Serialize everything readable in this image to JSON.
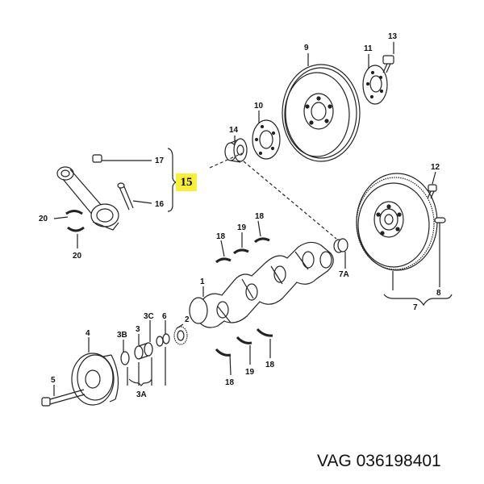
{
  "callouts": {
    "c1": "1",
    "c2": "2",
    "c3": "3",
    "c3A": "3A",
    "c3B": "3B",
    "c3C": "3C",
    "c4": "4",
    "c5": "5",
    "c6": "6",
    "c7": "7",
    "c7A": "7A",
    "c8": "8",
    "c9": "9",
    "c10": "10",
    "c11": "11",
    "c12": "12",
    "c13": "13",
    "c14": "14",
    "c15": "15",
    "c16": "16",
    "c17": "17",
    "c18": "18",
    "c19": "19",
    "c20": "20"
  },
  "caption": "VAG 036198401",
  "colors": {
    "highlight": "#f7ef3a",
    "ink": "#222222"
  }
}
